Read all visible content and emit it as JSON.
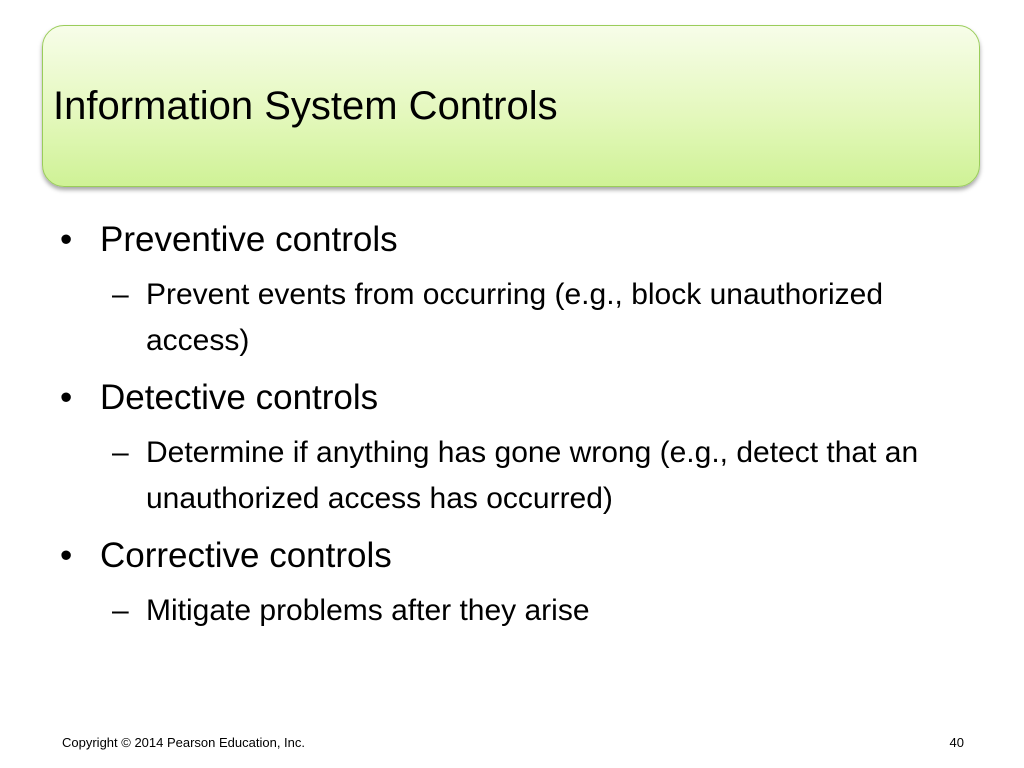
{
  "slide": {
    "title": "Information System Controls",
    "items": [
      {
        "bullet": "•",
        "text": "Preventive controls",
        "sub_dash": "–",
        "sub": "Prevent events from occurring (e.g., block unauthorized access)"
      },
      {
        "bullet": "•",
        "text": "Detective controls",
        "sub_dash": "–",
        "sub": "Determine if anything has gone wrong (e.g., detect that an unauthorized access has occurred)"
      },
      {
        "bullet": "•",
        "text": "Corrective controls",
        "sub_dash": "–",
        "sub": "Mitigate problems after they arise"
      }
    ],
    "footer": {
      "copyright": "Copyright © 2014 Pearson Education, Inc.",
      "page_number": "40"
    }
  }
}
